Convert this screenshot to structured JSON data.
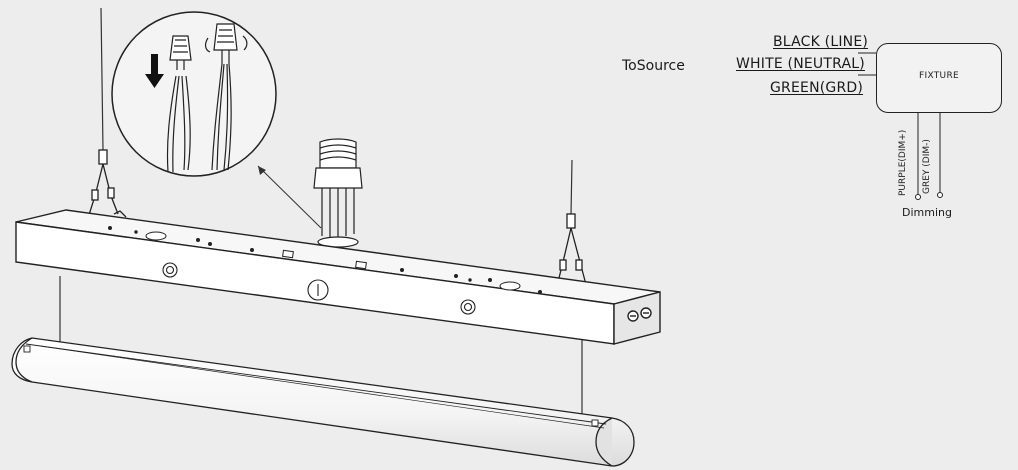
{
  "wiring": {
    "source_label": "ToSource",
    "wires": {
      "black": "BLACK (LINE)",
      "white": "WHITE (NEUTRAL)",
      "green": "GREEN(GRD)"
    },
    "fixture_label": "FIXTURE",
    "dimming": {
      "positive": "PURPLE(DIM+)",
      "negative": "GREY (DIM-)",
      "label": "Dimming"
    }
  },
  "colors": {
    "line": "#222222",
    "background": "#ededed"
  }
}
